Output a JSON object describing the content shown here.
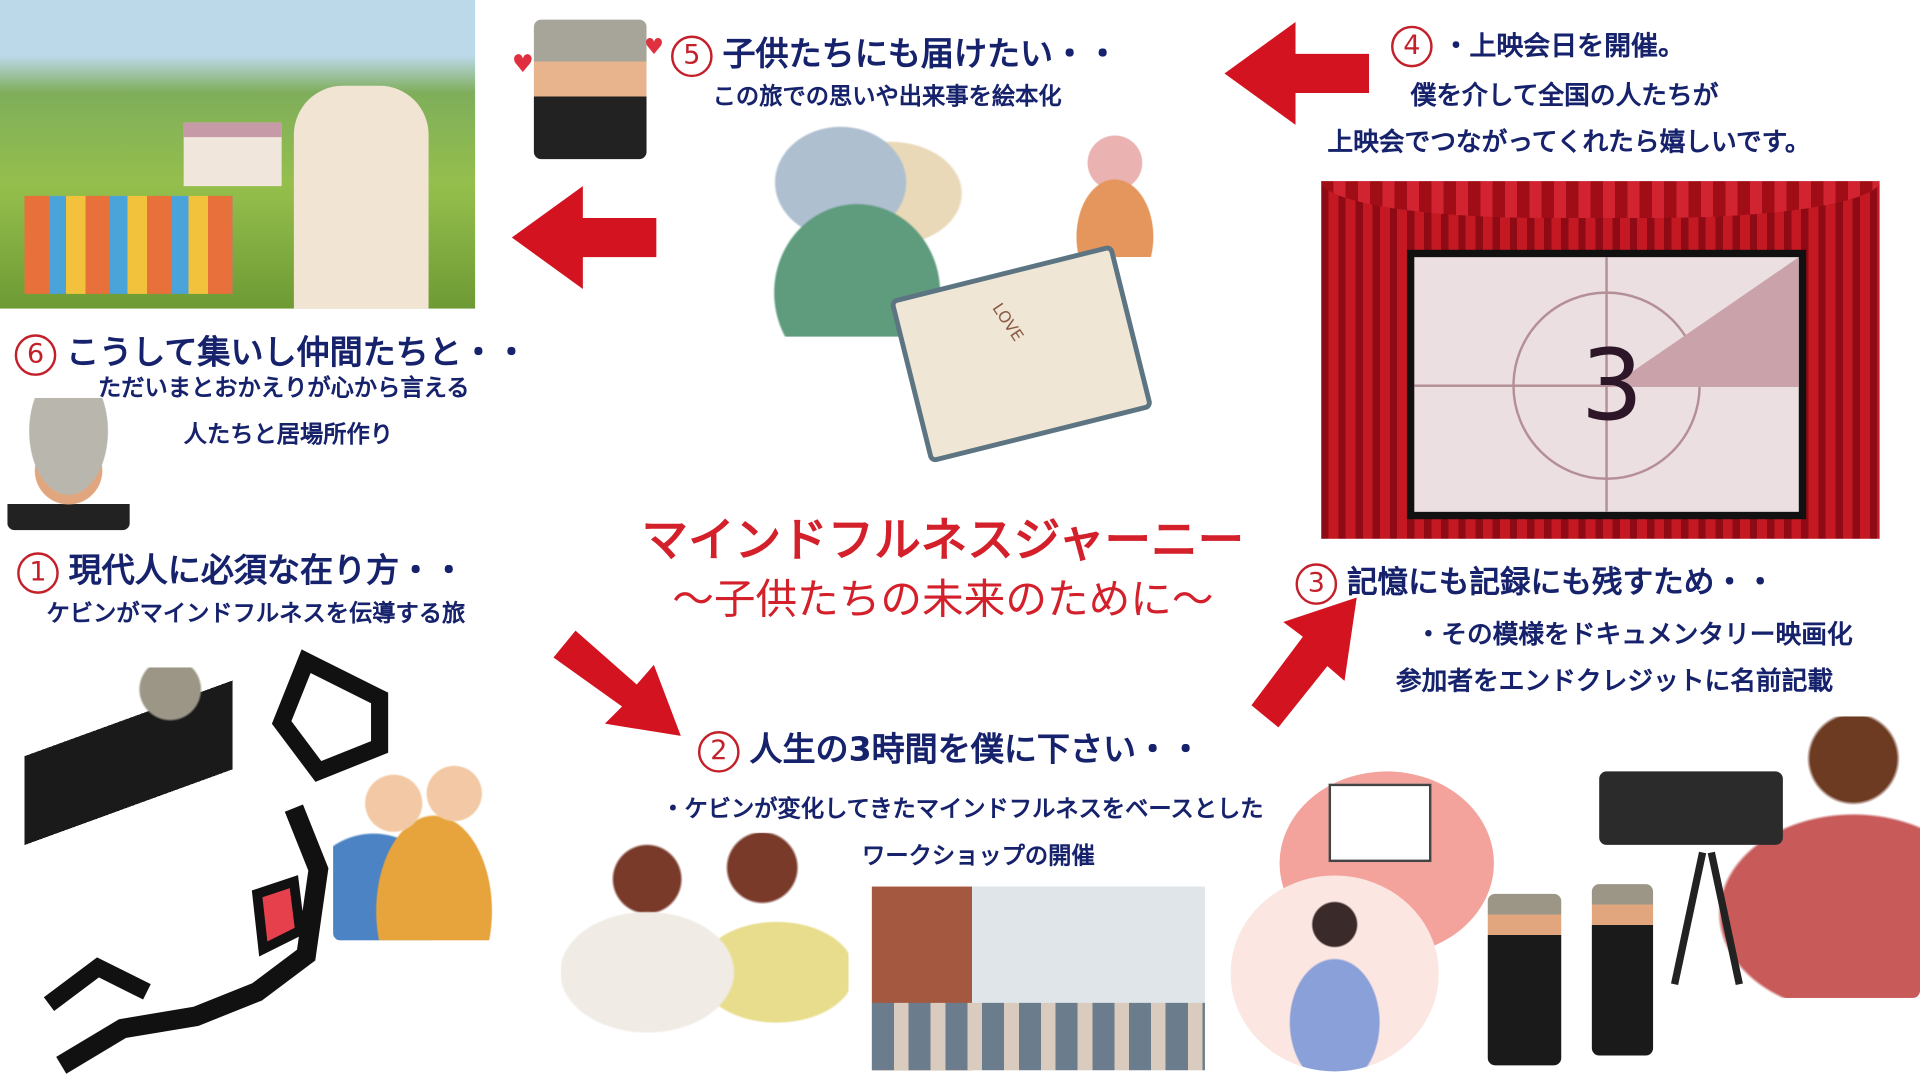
{
  "title": {
    "main": "マインドフルネスジャーニー",
    "sub": "〜子供たちの未来のために〜"
  },
  "steps": [
    {
      "num": "1",
      "heading": "現代人に必須な在り方・・",
      "lines": [
        "ケビンがマインドフルネスを伝導する旅"
      ]
    },
    {
      "num": "2",
      "heading": "人生の3時間を僕に下さい・・",
      "lines": [
        "・ケビンが変化してきたマインドフルネスをベースとした",
        "ワークショップの開催"
      ]
    },
    {
      "num": "3",
      "heading": "記憶にも記録にも残すため・・",
      "lines": [
        "・その模様をドキュメンタリー映画化",
        "参加者をエンドクレジットに名前記載"
      ]
    },
    {
      "num": "4",
      "heading": "・上映会日を開催。",
      "lines": [
        "僕を介して全国の人たちが",
        "上映会でつながってくれたら嬉しいです。"
      ]
    },
    {
      "num": "5",
      "heading": "子供たちにも届けたい・・",
      "lines": [
        "この旅での思いや出来事を絵本化"
      ]
    },
    {
      "num": "6",
      "heading": "こうして集いし仲間たちと・・",
      "lines": [
        "ただいまとおかえりが心から言える",
        "人たちと居場所作り"
      ]
    }
  ],
  "screen": {
    "countdown": "3"
  },
  "book": {
    "label": "LOVE"
  },
  "colors": {
    "accent": "#d3202a",
    "text": "#16226b",
    "curtain": "#b0121c"
  }
}
